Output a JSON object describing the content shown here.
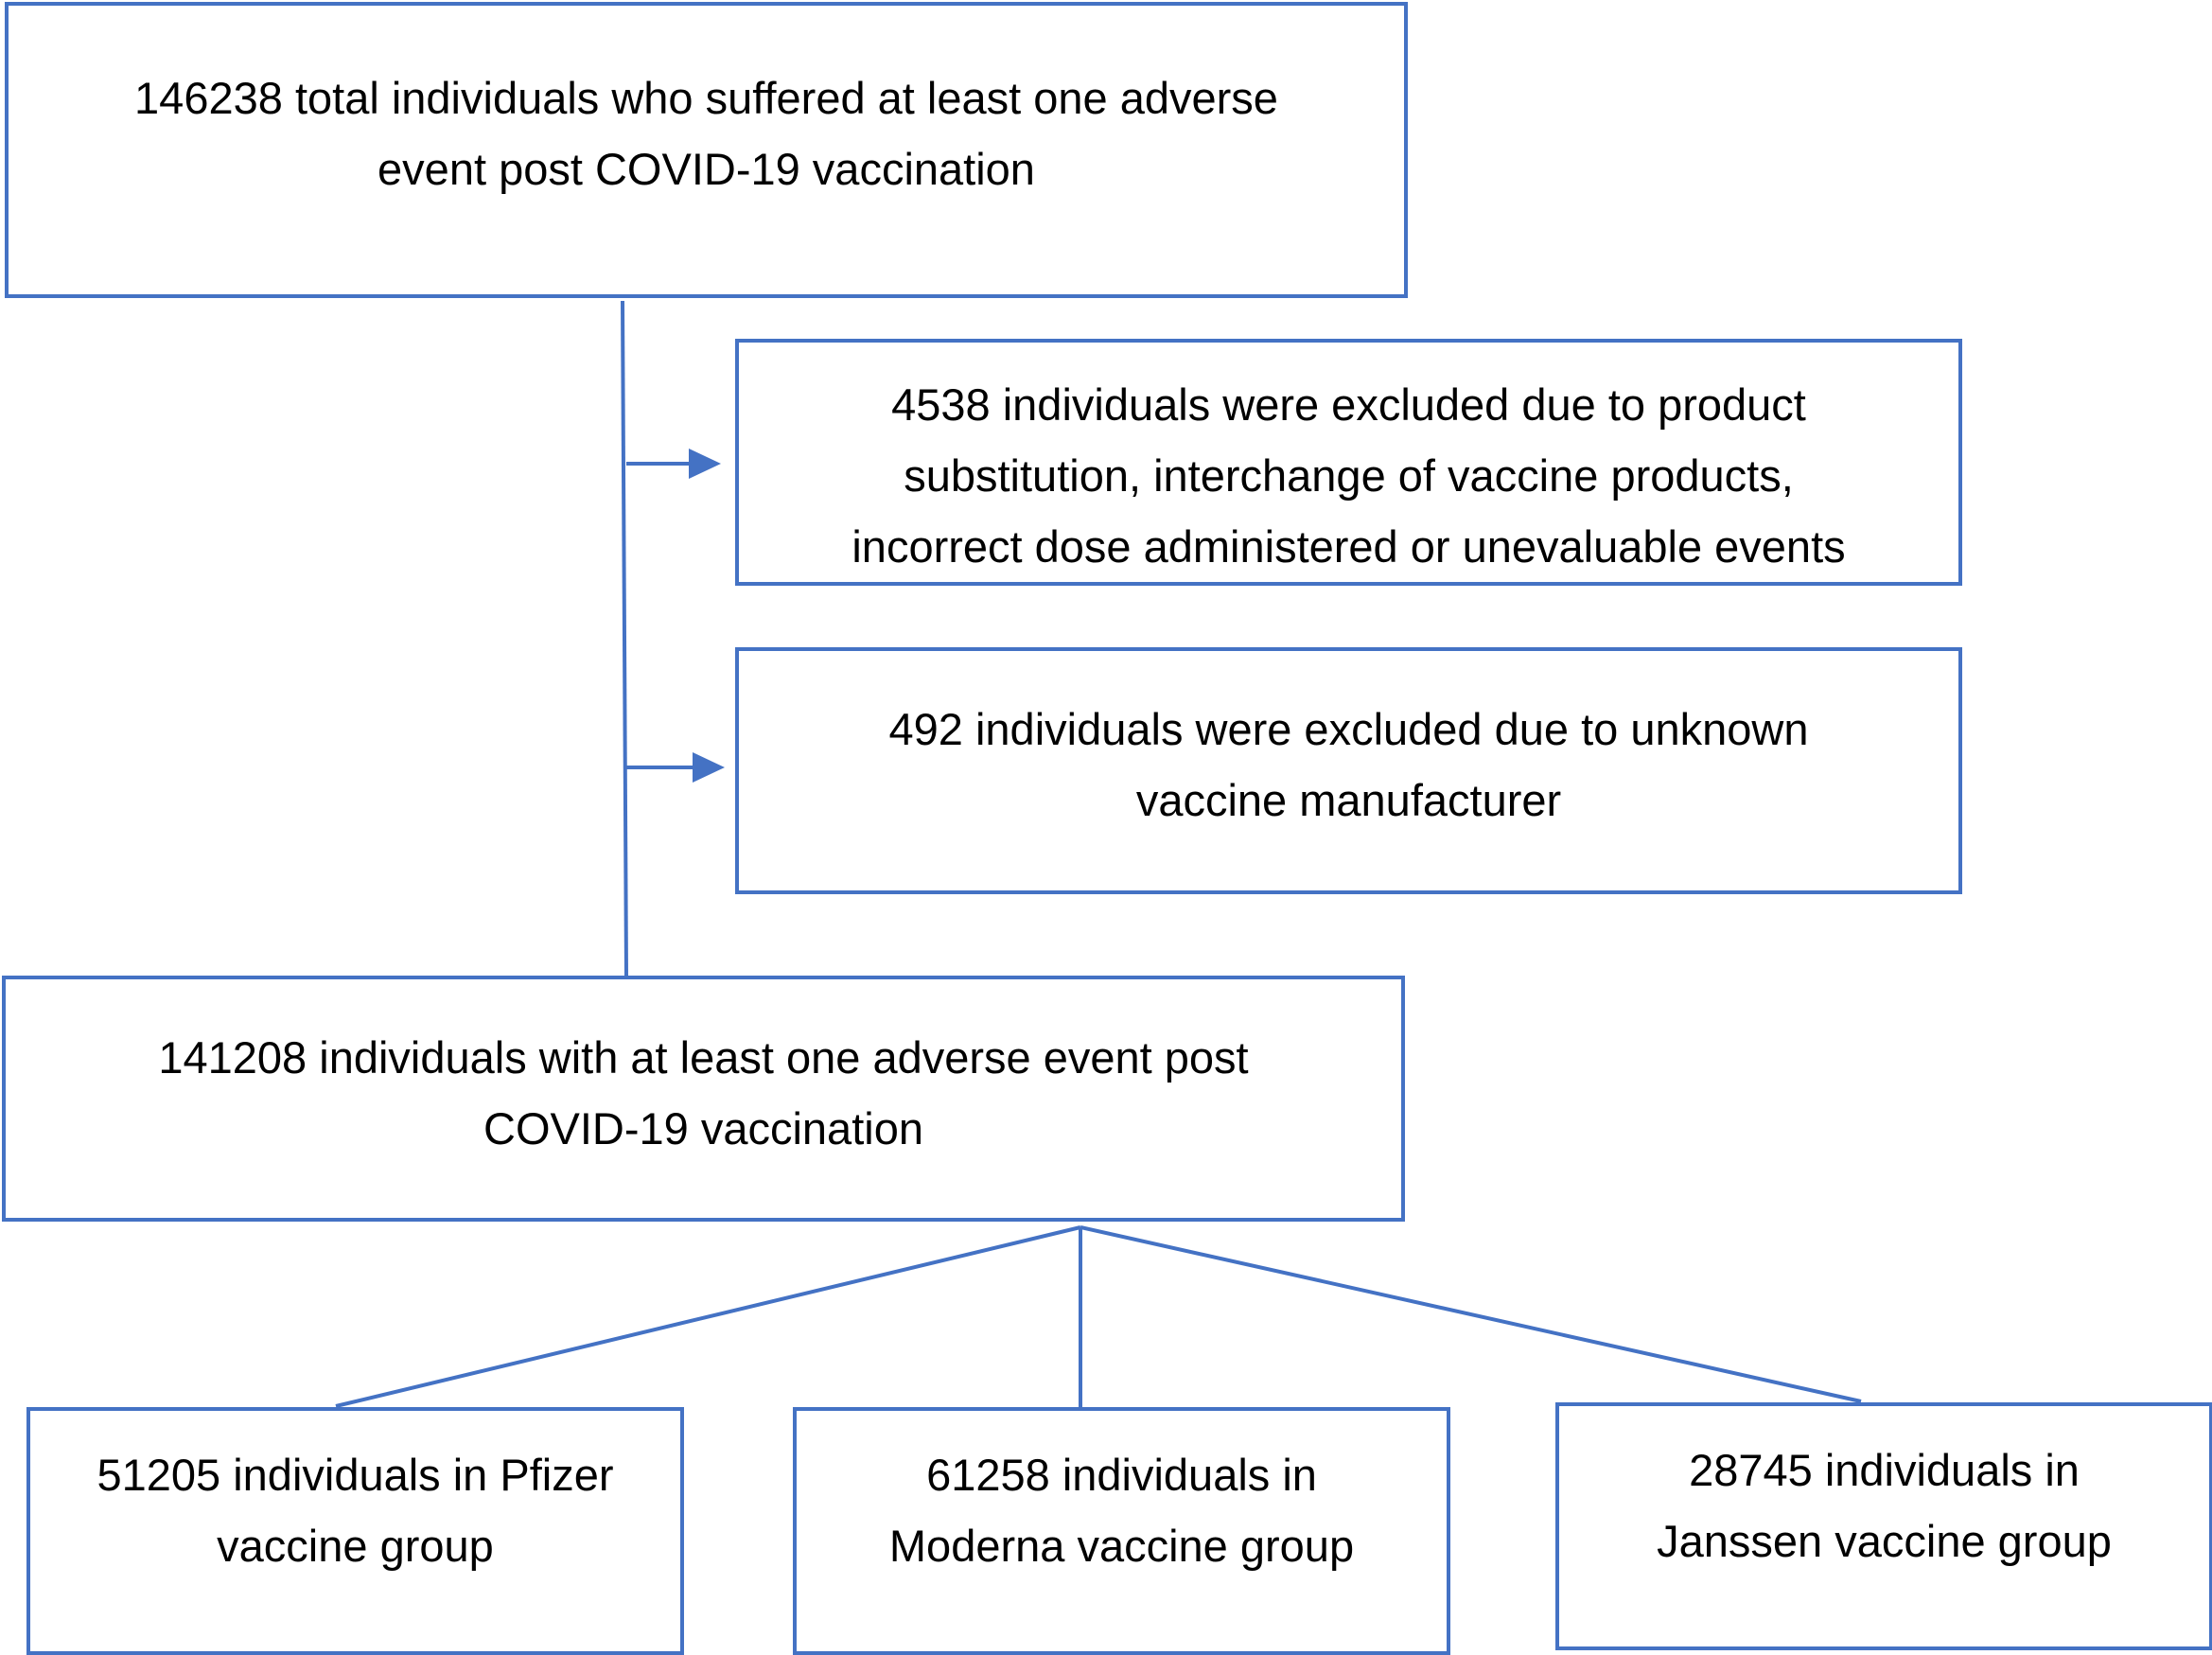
{
  "nodes": {
    "total": {
      "lines": [
        "146238 total individuals who suffered at least one adverse",
        "event post COVID-19 vaccination"
      ]
    },
    "excluded_product": {
      "lines": [
        "4538 individuals were excluded due to product",
        "substitution, interchange of vaccine products,",
        "incorrect dose administered or unevaluable events"
      ]
    },
    "excluded_manufacturer": {
      "lines": [
        "492 individuals were excluded due to unknown",
        "vaccine manufacturer"
      ]
    },
    "included": {
      "lines": [
        "141208 individuals with at least one adverse event post",
        "COVID-19 vaccination"
      ]
    },
    "pfizer": {
      "lines": [
        "51205 individuals in Pfizer",
        "vaccine group"
      ]
    },
    "moderna": {
      "lines": [
        "61258 individuals in",
        "Moderna vaccine group"
      ]
    },
    "janssen": {
      "lines": [
        "28745 individuals in",
        "Janssen vaccine group"
      ]
    }
  },
  "colors": {
    "border": "#4472C4",
    "connector": "#4472C4",
    "text": "#000000",
    "background": "#ffffff"
  }
}
